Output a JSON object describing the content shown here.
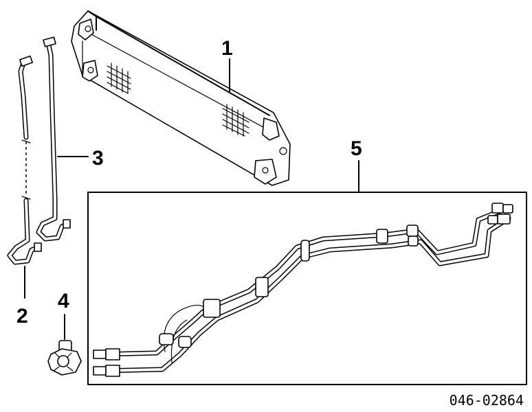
{
  "diagram": {
    "callouts": [
      {
        "id": "cooler",
        "label": "1"
      },
      {
        "id": "tube-left",
        "label": "2"
      },
      {
        "id": "tube-right",
        "label": "3"
      },
      {
        "id": "connector",
        "label": "4"
      },
      {
        "id": "hose-assembly",
        "label": "5"
      }
    ],
    "part_number": "046-02864",
    "colors": {
      "line": "#000000",
      "background": "#ffffff"
    }
  }
}
